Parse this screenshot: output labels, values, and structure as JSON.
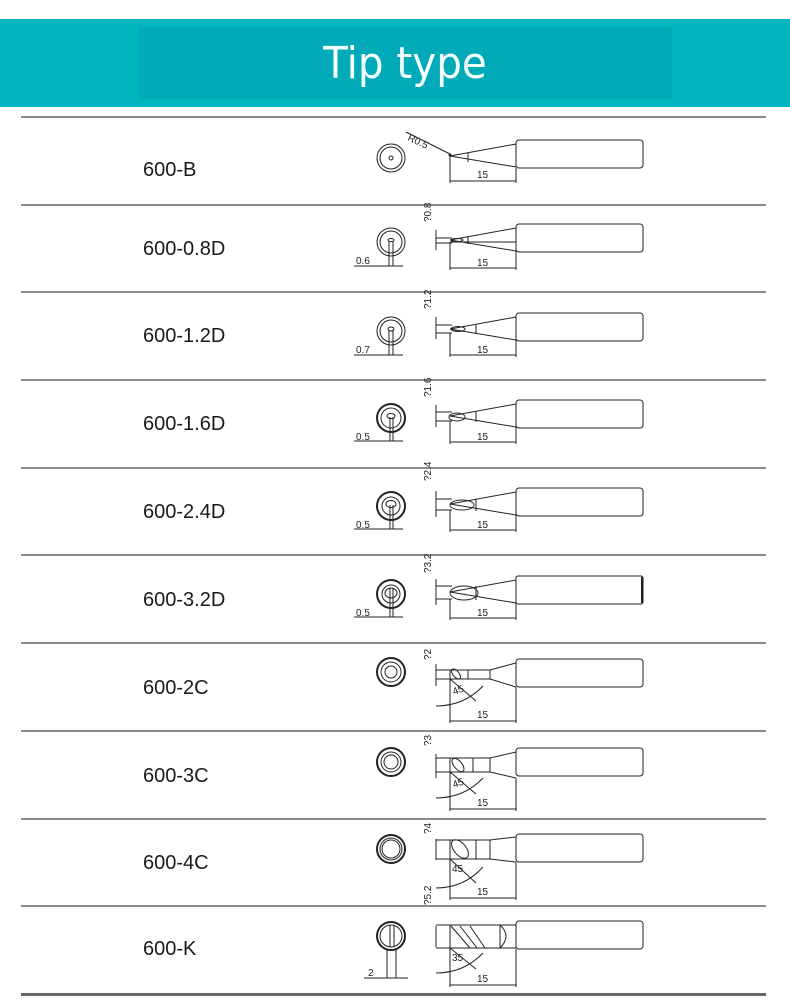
{
  "header": {
    "title": "Tip type",
    "bar_color": "#00b4c0",
    "inner_color": "#00aab8"
  },
  "tips": [
    {
      "model": "600-B",
      "shape": "conical",
      "size_label": "R0.5",
      "width_label": "",
      "length": "15"
    },
    {
      "model": "600-0.8D",
      "shape": "chisel",
      "size_label": "?0.8",
      "width_label": "0.6",
      "length": "15"
    },
    {
      "model": "600-1.2D",
      "shape": "chisel",
      "size_label": "?1.2",
      "width_label": "0.7",
      "length": "15"
    },
    {
      "model": "600-1.6D",
      "shape": "chisel",
      "size_label": "?1.6",
      "width_label": "0.5",
      "length": "15"
    },
    {
      "model": "600-2.4D",
      "shape": "chisel",
      "size_label": "?2.4",
      "width_label": "0.5",
      "length": "15"
    },
    {
      "model": "600-3.2D",
      "shape": "chisel",
      "size_label": "?3.2",
      "width_label": "0.5",
      "length": "15"
    },
    {
      "model": "600-2C",
      "shape": "bevel",
      "size_label": "?2",
      "angle": "45",
      "length": "15"
    },
    {
      "model": "600-3C",
      "shape": "bevel",
      "size_label": "?3",
      "angle": "45",
      "length": "15"
    },
    {
      "model": "600-4C",
      "shape": "bevel",
      "size_label": "?4",
      "angle": "45",
      "length": "15"
    },
    {
      "model": "600-K",
      "shape": "knife",
      "size_label": "?5.2",
      "angle": "35",
      "width_label": "2",
      "length": "15"
    }
  ]
}
